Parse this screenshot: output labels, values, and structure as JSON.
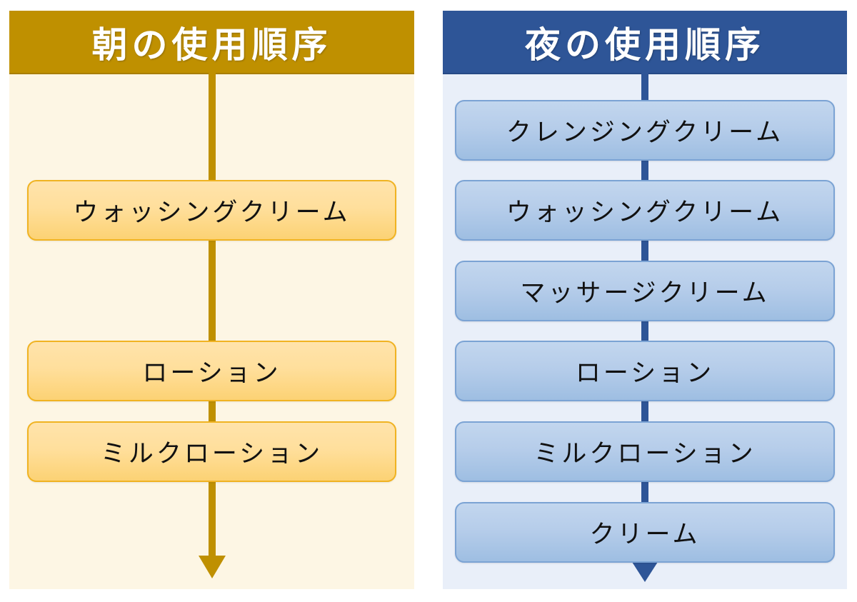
{
  "diagram": {
    "title_morning": "朝の使用順序",
    "title_night": "夜の使用順序",
    "colors": {
      "morning_header_bg": "#BF9000",
      "morning_panel_bg": "#FDF6E4",
      "morning_box_border": "#F0B322",
      "morning_box_fill_top": "#FFE3AB",
      "morning_box_fill_bottom": "#FCD274",
      "morning_connector": "#BF9000",
      "night_header_bg": "#2E5597",
      "night_panel_bg": "#E9EFF9",
      "night_box_border": "#7BA3D4",
      "night_box_fill_top": "#C2D6EE",
      "night_box_fill_bottom": "#9EBEE2",
      "night_connector": "#2E5597",
      "header_text": "#FFFFFF",
      "box_text": "#111111"
    }
  },
  "morning": {
    "header": "朝の使用順序",
    "steps": [
      {
        "label": "ウォッシングクリーム",
        "order": 1
      },
      {
        "label": "ローション",
        "order": 2
      },
      {
        "label": "ミルクローション",
        "order": 3
      }
    ]
  },
  "night": {
    "header": "夜の使用順序",
    "steps": [
      {
        "label": "クレンジングクリーム",
        "order": 1
      },
      {
        "label": "ウォッシングクリーム",
        "order": 2
      },
      {
        "label": "マッサージクリーム",
        "order": 3
      },
      {
        "label": "ローション",
        "order": 4
      },
      {
        "label": "ミルクローション",
        "order": 5
      },
      {
        "label": "クリーム",
        "order": 6
      }
    ]
  }
}
